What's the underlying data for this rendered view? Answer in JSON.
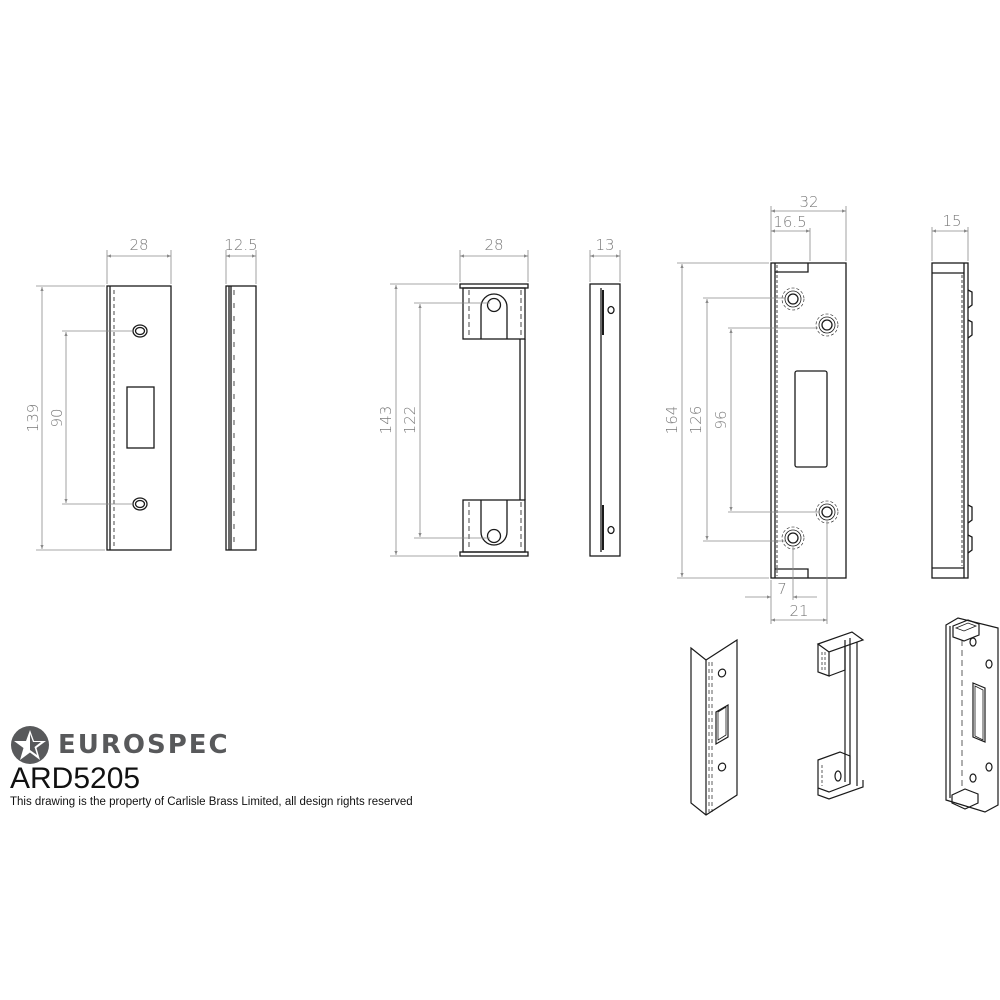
{
  "brand": {
    "logo_name": "EUROSPEC",
    "logo_icon": "star-in-circle-icon",
    "product_code": "ARD5205",
    "copyright_note": "This drawing is the property of Carlisle Brass Limited, all design rights reserved"
  },
  "views": {
    "rebate_plate": {
      "width": "28",
      "depth": "12.5",
      "height": "139",
      "hole_spacing": "90"
    },
    "keep_bracket": {
      "width": "28",
      "depth": "13",
      "height": "143",
      "hole_spacing": "122"
    },
    "strike_plate": {
      "width": "32",
      "half_width": "16.5",
      "depth": "15",
      "height": "164",
      "outer_hole_spacing": "126",
      "inner_hole_spacing": "96",
      "outer_hole_offset": "7",
      "inner_hole_offset": "21"
    }
  },
  "colors": {
    "line": "#1a1a1a",
    "dimension": "#8a8a8a",
    "logo": "#58595b"
  }
}
